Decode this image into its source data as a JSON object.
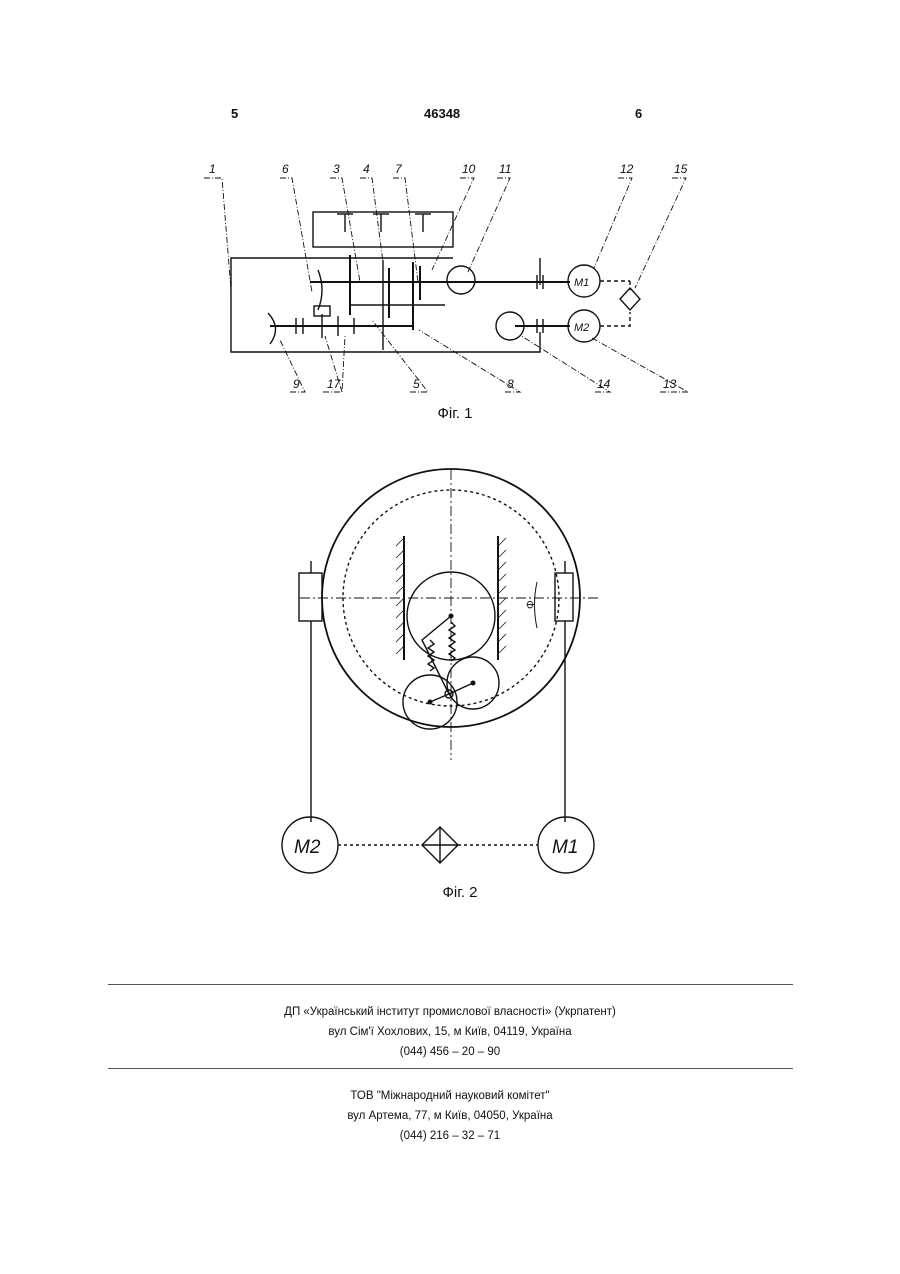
{
  "header": {
    "left_page": "5",
    "patent_number": "46348",
    "right_page": "6"
  },
  "fig1": {
    "caption": "Фіг. 1",
    "labels": [
      "1",
      "6",
      "3",
      "4",
      "7",
      "10",
      "11",
      "12",
      "15",
      "9",
      "17",
      "5",
      "8",
      "14",
      "13"
    ],
    "motor_top": "M1",
    "motor_bottom": "M2"
  },
  "fig2": {
    "caption": "Фіг. 2",
    "phi": "Φ",
    "motor_left": "M2",
    "motor_right": "M1"
  },
  "publisher": {
    "line1": "ДП «Український інститут промислової власності» (Укрпатент)",
    "line2": "вул  Сім'ї Хохлових, 15, м  Київ, 04119, Україна",
    "line3": "(044) 456 – 20 –  90"
  },
  "printer": {
    "line1": "ТОВ \"Міжнародний науковий комітет\"",
    "line2": "вул  Артема, 77, м  Київ, 04050, Україна",
    "line3": "(044) 216 – 32 – 71"
  }
}
